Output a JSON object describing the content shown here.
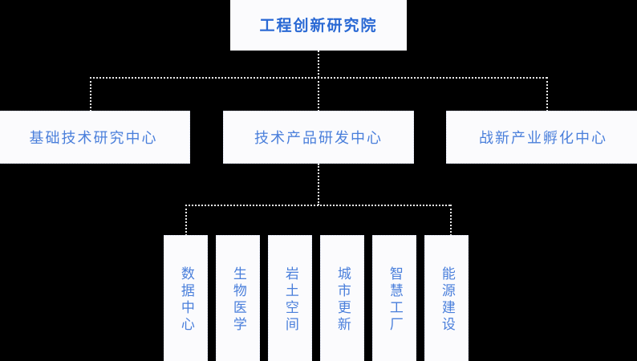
{
  "diagram": {
    "type": "org-chart",
    "background_color": "#000000",
    "box_fill_color": "#fbfbfd",
    "text_color": "#4a7fdb",
    "root_text_color": "#2a69d4",
    "connector_color": "#e8e8e8",
    "connector_style": "dotted",
    "root": {
      "label": "工程创新研究院"
    },
    "level2": [
      {
        "label": "基础技术研究中心"
      },
      {
        "label": "技术产品研发中心"
      },
      {
        "label": "战新产业孵化中心"
      }
    ],
    "level3_parent": "技术产品研发中心",
    "level3": [
      {
        "label": "数据中心"
      },
      {
        "label": "生物医学"
      },
      {
        "label": "岩土空间"
      },
      {
        "label": "城市更新"
      },
      {
        "label": "智慧工厂"
      },
      {
        "label": "能源建设"
      }
    ]
  }
}
